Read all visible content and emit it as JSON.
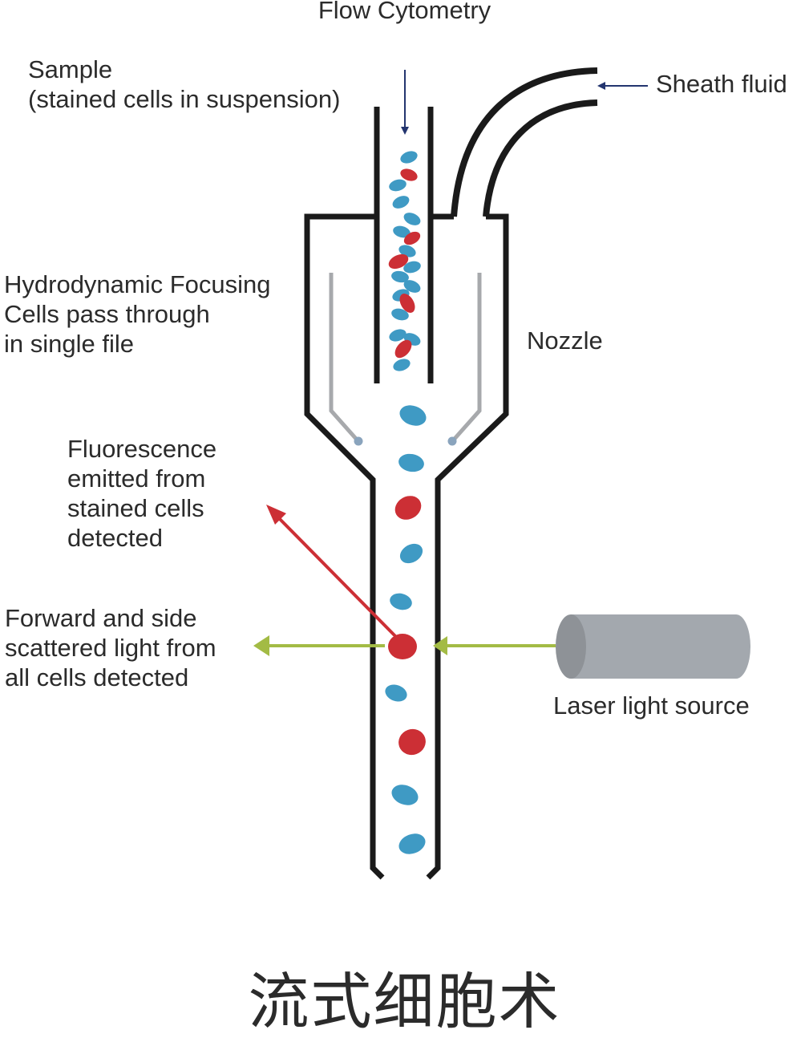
{
  "title": "Flow Cytometry",
  "subtitle_zh": "流式细胞术",
  "labels": {
    "sample": [
      "Sample",
      "(stained cells in suspension)"
    ],
    "sheath_fluid": "Sheath fluid",
    "hydrodynamic": [
      "Hydrodynamic Focusing",
      "Cells pass through",
      "in single file"
    ],
    "nozzle": "Nozzle",
    "fluorescence": [
      "Fluorescence",
      "emitted from",
      "stained cells",
      "detected"
    ],
    "scatter": [
      "Forward and side",
      "scattered light from",
      "all cells detected"
    ],
    "laser": "Laser light source"
  },
  "colors": {
    "outline": "#1a1a1a",
    "cell_blue": "#3f9ac4",
    "cell_red": "#cc2f35",
    "fluorescence_arrow": "#cc2f35",
    "scatter_arrow": "#a3bb45",
    "inner_nozzle": "#a7a9ac",
    "nozzle_tip": "#8aa4bd",
    "laser_body": "#a3a8ae",
    "laser_face": "#8e9297",
    "pointer_arrow": "#23356f"
  },
  "icons": [
    "sample-down-arrow-icon",
    "sheath-left-arrow-icon",
    "fluorescence-arrow-icon",
    "scatter-arrow-icon",
    "laser-arrow-icon",
    "laser-cylinder-icon"
  ]
}
